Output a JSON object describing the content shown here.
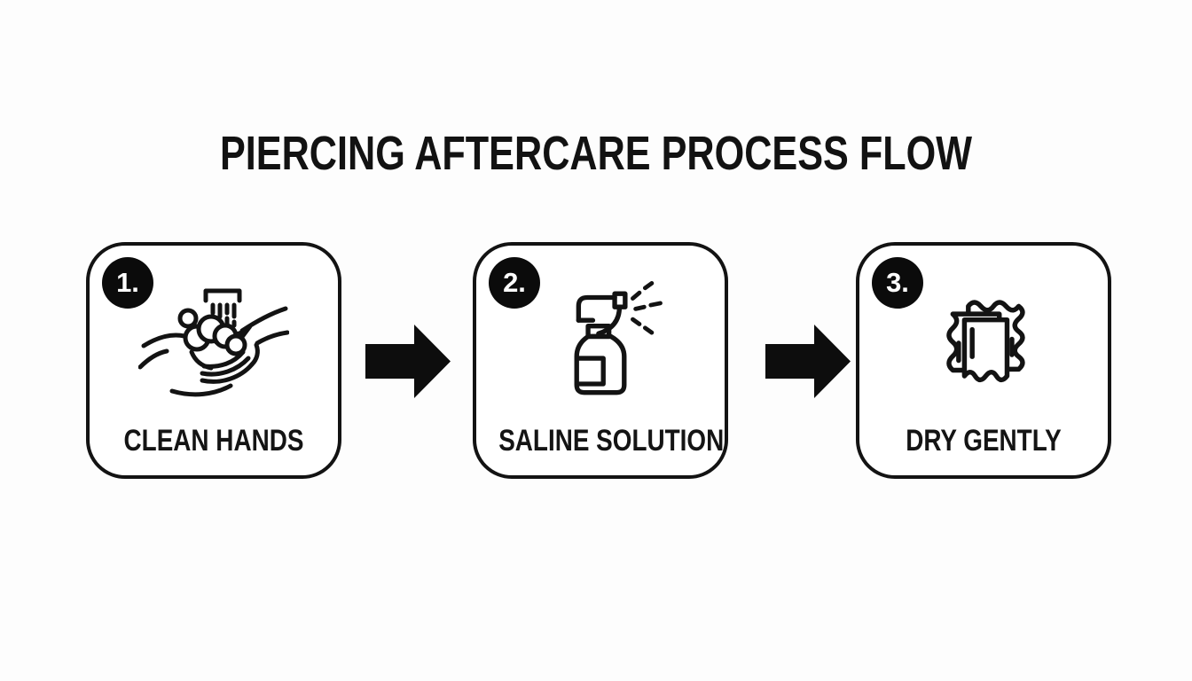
{
  "title": "PIERCING AFTERCARE PROCESS FLOW",
  "colors": {
    "background": "#fdfdfd",
    "card_background": "#ffffff",
    "line": "#131313",
    "arrow": "#0d0d0d",
    "badge_background": "#0b0b0b",
    "badge_text": "#ffffff"
  },
  "steps": [
    {
      "number": "1.",
      "label": "CLEAN HANDS",
      "icon": "hand-washing-icon"
    },
    {
      "number": "2.",
      "label": "SALINE SOLUTION",
      "icon": "spray-bottle-icon"
    },
    {
      "number": "3.",
      "label": "DRY GENTLY",
      "icon": "paper-towels-icon"
    }
  ],
  "connectors": [
    {
      "type": "arrow-right"
    },
    {
      "type": "arrow-right"
    }
  ]
}
